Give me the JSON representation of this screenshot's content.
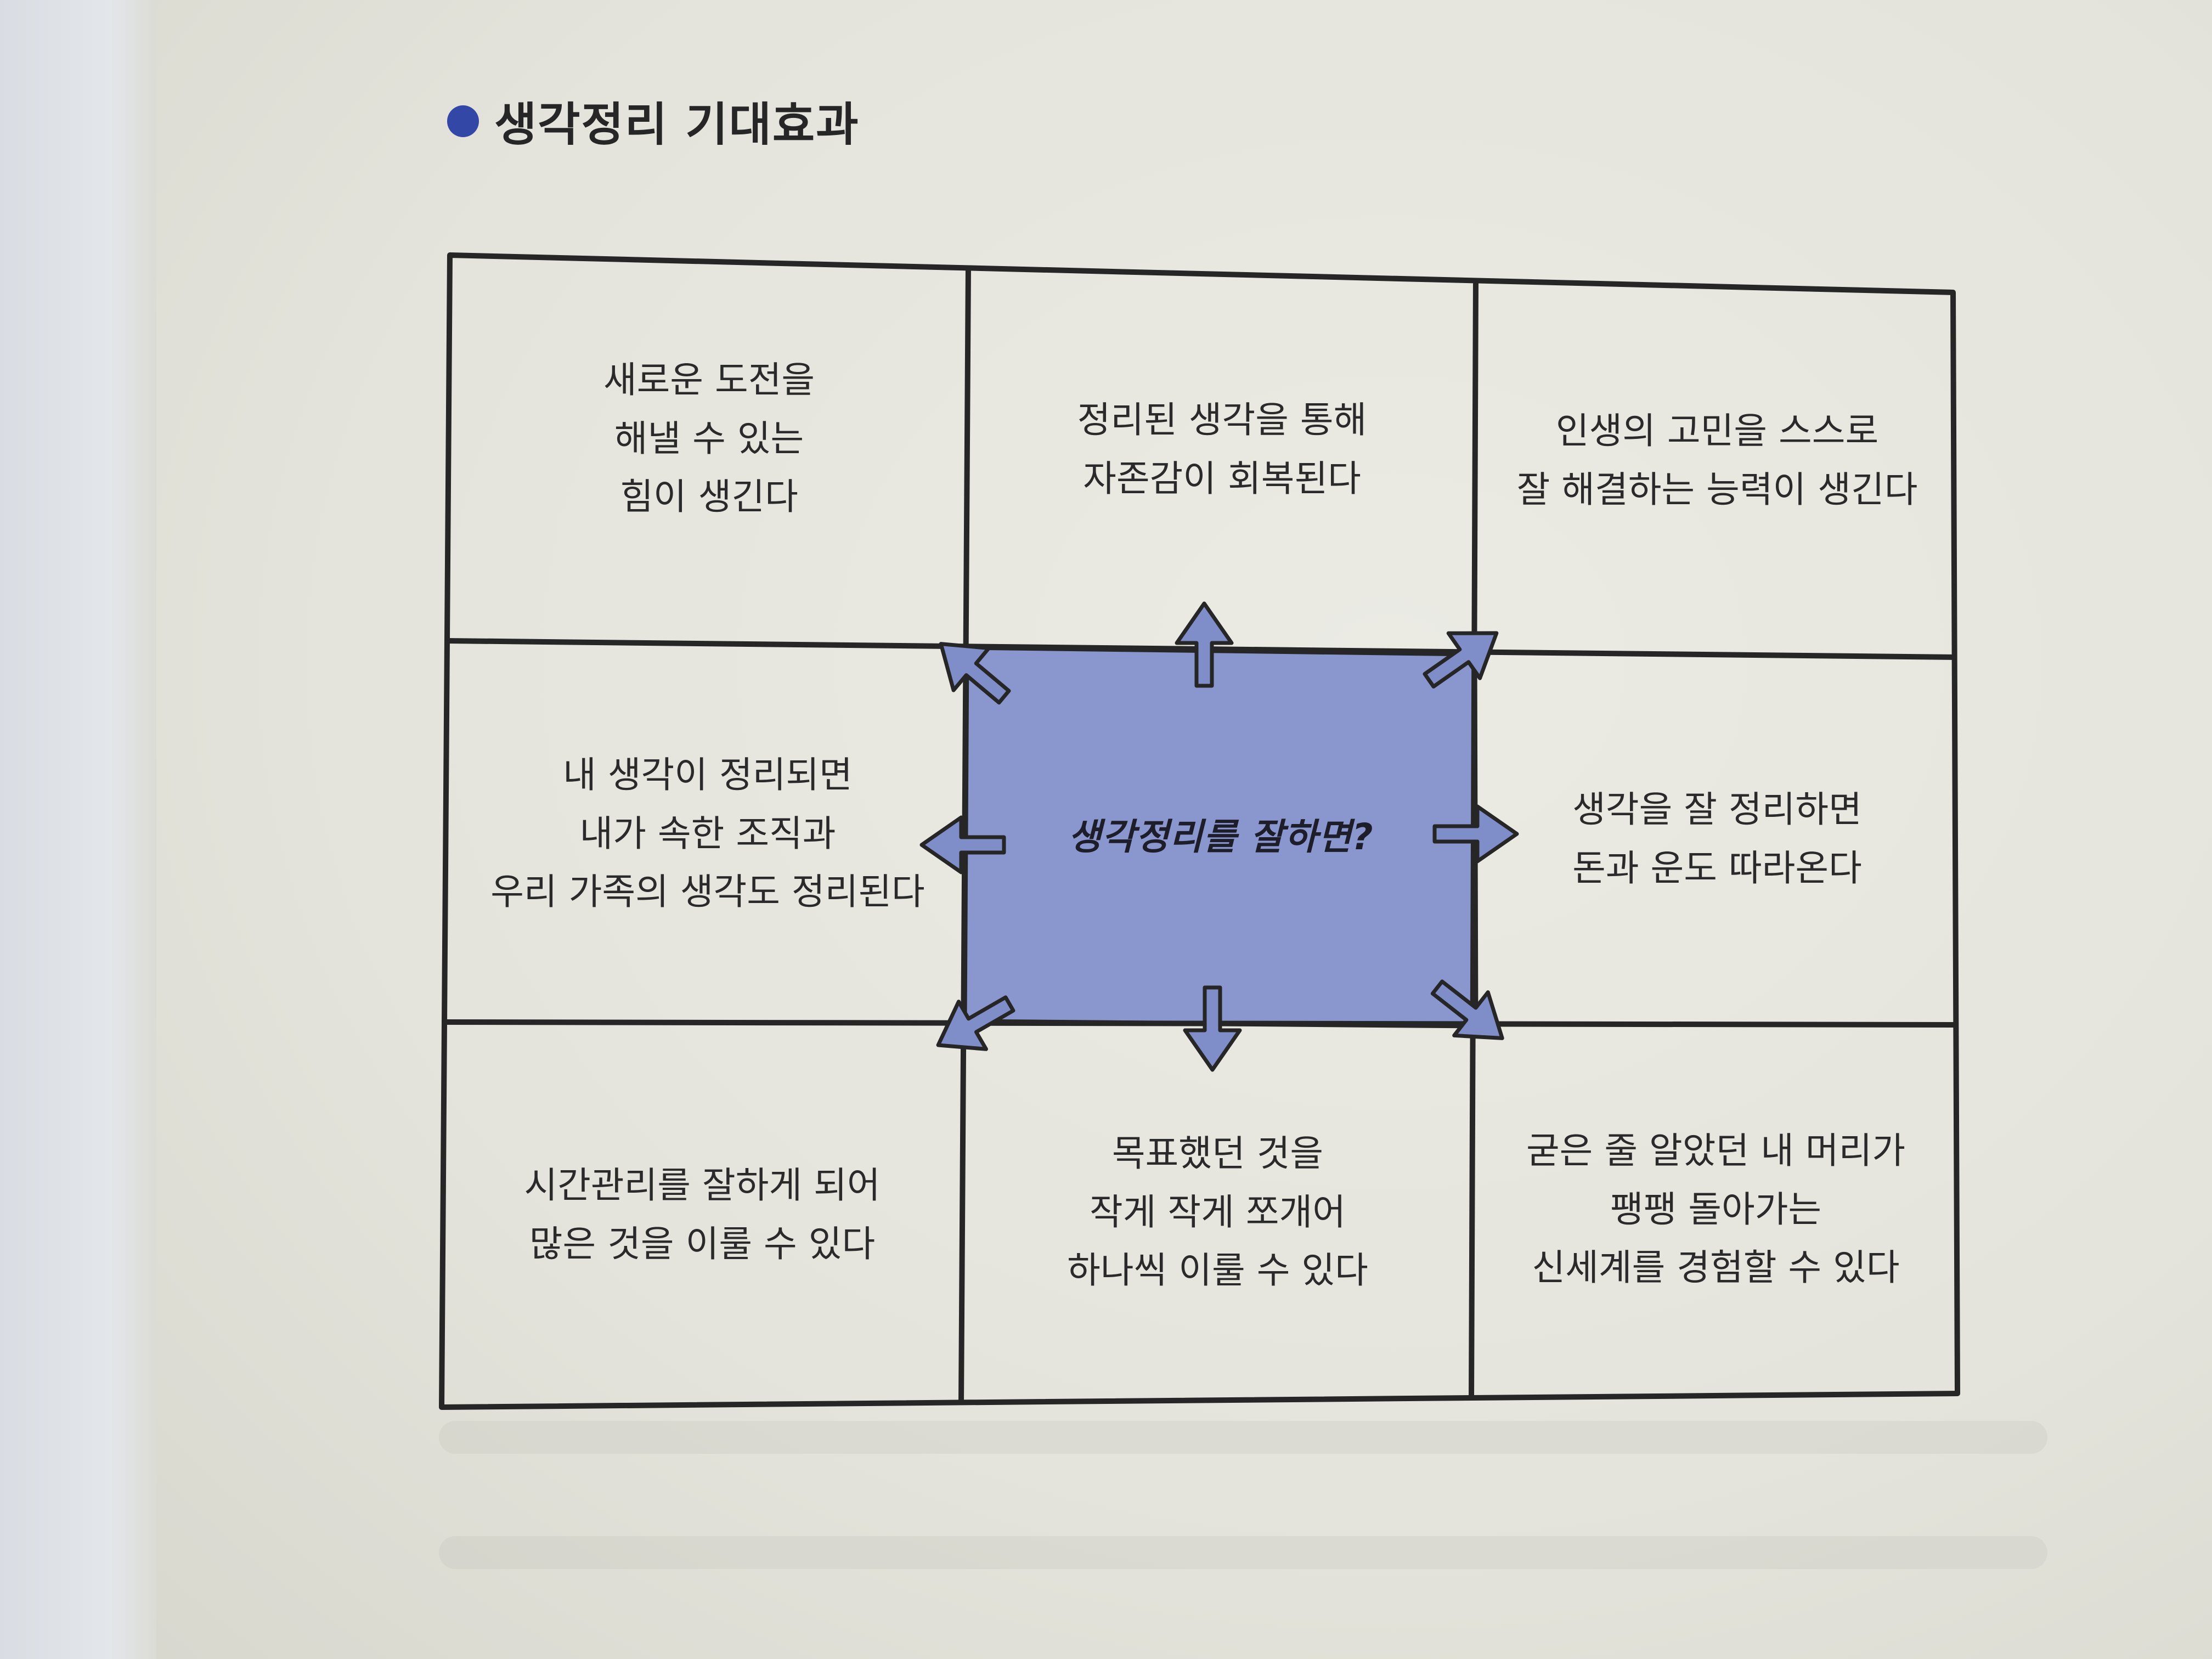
{
  "heading": "생각정리 기대효과",
  "center": "생각정리를 잘하면?",
  "cells": {
    "top_left": "새로운 도전을\n해낼 수 있는\n힘이 생긴다",
    "top_center": "정리된 생각을 통해\n자존감이 회복된다",
    "top_right": "인생의 고민을 스스로\n잘 해결하는 능력이 생긴다",
    "middle_left": "내 생각이 정리되면\n내가 속한 조직과\n우리 가족의 생각도 정리된다",
    "middle_right": "생각을 잘 정리하면\n돈과 운도 따라온다",
    "bottom_left": "시간관리를 잘하게 되어\n많은 것을 이룰 수 있다",
    "bottom_center": "목표했던 것을\n작게 작게 쪼개어\n하나씩 이룰 수 있다",
    "bottom_right": "굳은 줄 알았던 내 머리가\n팽팽 돌아가는\n신세계를 경험할 수 있다"
  },
  "colors": {
    "center_fill": "#8a97cf",
    "arrow_fill": "#7f8ec9",
    "line": "#262626",
    "bullet": "#3347a6"
  }
}
